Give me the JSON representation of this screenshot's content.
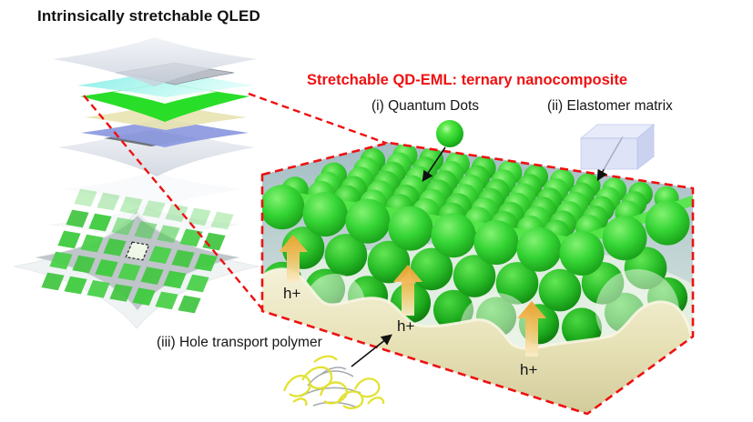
{
  "figure": {
    "title": "Intrinsically stretchable QLED"
  },
  "inset": {
    "heading": "Stretchable QD-EML: ternary nanocomposite",
    "components": [
      {
        "id": "i",
        "label": "(i) Quantum Dots"
      },
      {
        "id": "ii",
        "label": "(ii) Elastomer matrix"
      },
      {
        "id": "iii",
        "label": "(iii) Hole transport polymer"
      }
    ],
    "carrier_label": "h+"
  },
  "colors": {
    "accent_red": "#ee1111",
    "qd_green": "#2fd32f",
    "elastomer_blue": "#d6dcf5",
    "hole_layer_beige": "#e9e3ba",
    "carrier_arrow_orange": "#f2b045"
  }
}
